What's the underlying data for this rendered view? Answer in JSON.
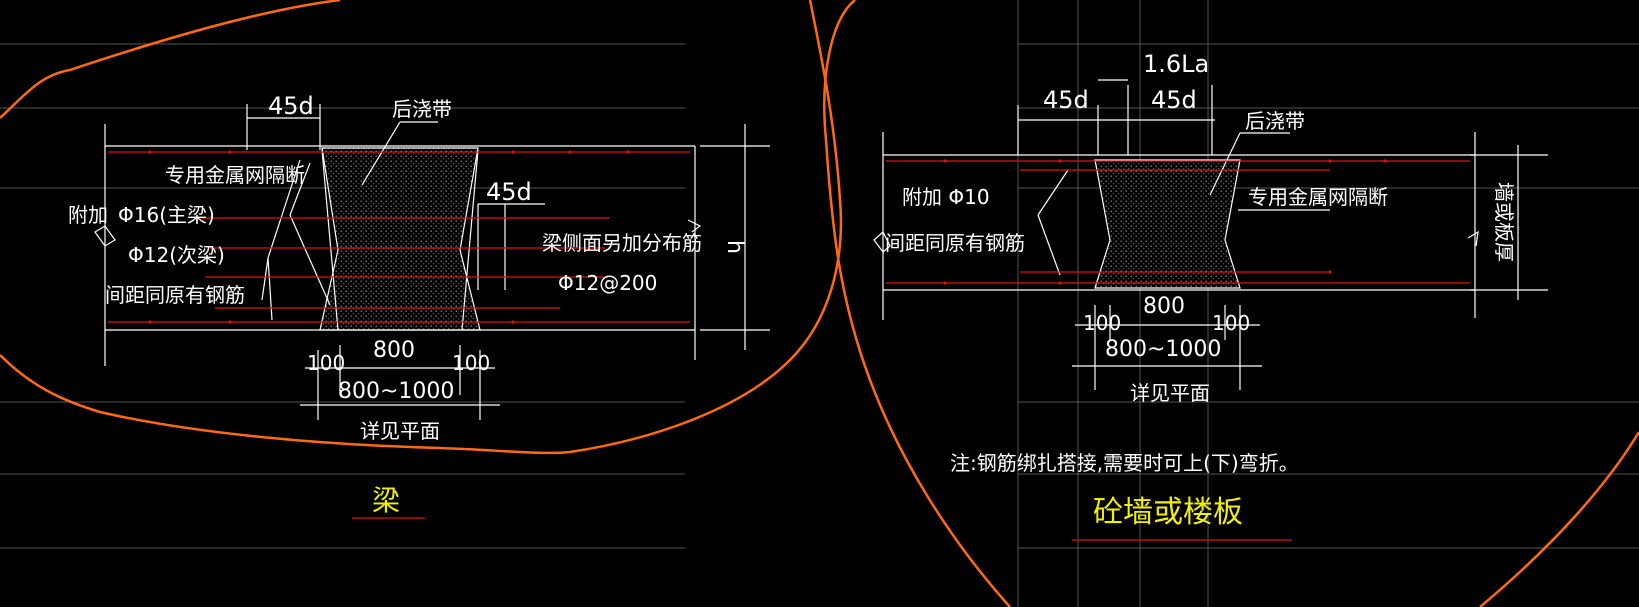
{
  "colors": {
    "background": "#000000",
    "line": "#ffffff",
    "grid": "#555555",
    "rebar": "#e01010",
    "cloud": "#ff6a10",
    "title": "#f2f000"
  },
  "beam_detail": {
    "dim_45d_left": "45d",
    "dim_45d_right": "45d",
    "pour_strip": "后浇带",
    "mesh_label": "专用金属网隔断",
    "additional_label": "附加",
    "bar_main": "Φ16(主梁)",
    "bar_secondary": "Φ12(次梁)",
    "spacing_note": "间距同原有钢筋",
    "side_bar_label": "梁侧面另加分布筋",
    "side_bar_spec": "Φ12@200",
    "height_label": "h",
    "dim_100_left": "100",
    "dim_800": "800",
    "dim_100_right": "100",
    "dim_range": "800~1000",
    "see_plan": "详见平面",
    "title": "梁"
  },
  "slab_detail": {
    "dim_16la": "1.6La",
    "dim_45d_left": "45d",
    "dim_45d_right": "45d",
    "pour_strip": "后浇带",
    "additional_label": "附加 Φ10",
    "spacing_note": "间距同原有钢筋",
    "mesh_label": "专用金属网隔断",
    "thickness_label": "墙或板厚",
    "dim_100_left": "100",
    "dim_800": "800",
    "dim_100_right": "100",
    "dim_range": "800~1000",
    "see_plan": "详见平面",
    "note": "注:钢筋绑扎搭接,需要时可上(下)弯折。",
    "title": "砼墙或楼板"
  }
}
